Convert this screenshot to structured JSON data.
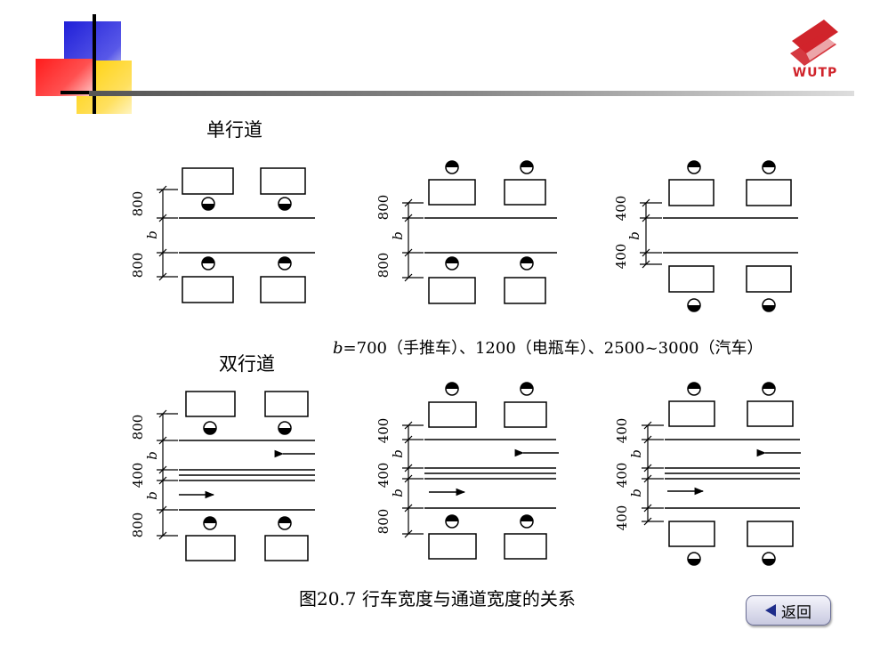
{
  "single_lane": {
    "title": "单行道",
    "panels": [
      {
        "top_label": "800",
        "mid_label": "b",
        "bottom_label": "800"
      },
      {
        "top_label": "800",
        "mid_label": "b",
        "bottom_label": "800"
      },
      {
        "top_label": "400",
        "mid_label": "b",
        "bottom_label": "400"
      }
    ]
  },
  "double_lane": {
    "title": "双行道",
    "panels": [
      {
        "top_label": "800",
        "b1_label": "b",
        "middle_label": "400",
        "b2_label": "b",
        "bottom_label": "800"
      },
      {
        "top_label": "400",
        "b1_label": "b",
        "middle_label": "400",
        "b2_label": "b",
        "bottom_label": "800"
      },
      {
        "top_label": "400",
        "b1_label": "b",
        "middle_label": "400",
        "b2_label": "b",
        "bottom_label": "400"
      }
    ]
  },
  "formula": {
    "var": "b",
    "text": "=700（手推车）、1200（电瓶车）、2500~3000（汽车）"
  },
  "caption": "图20.7 行车宽度与通道宽度的关系",
  "logo": {
    "text": "WUTP",
    "color": "#d0242b"
  },
  "back_button": {
    "label": "返回"
  },
  "colors": {
    "red": "#ff2020",
    "yellow": "#ffd000",
    "blue": "#2828d8",
    "line": "#000000"
  }
}
